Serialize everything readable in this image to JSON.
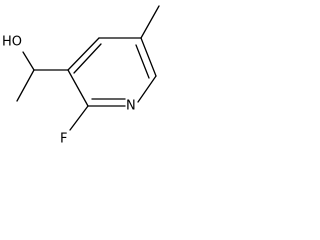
{
  "structure": {
    "atom_labels": {
      "hydroxyl": "HO",
      "ring_nitrogen": "N",
      "fluorine": "F"
    },
    "colors": {
      "bond": "#000000",
      "label": "#000000",
      "background": "#ffffff"
    }
  }
}
